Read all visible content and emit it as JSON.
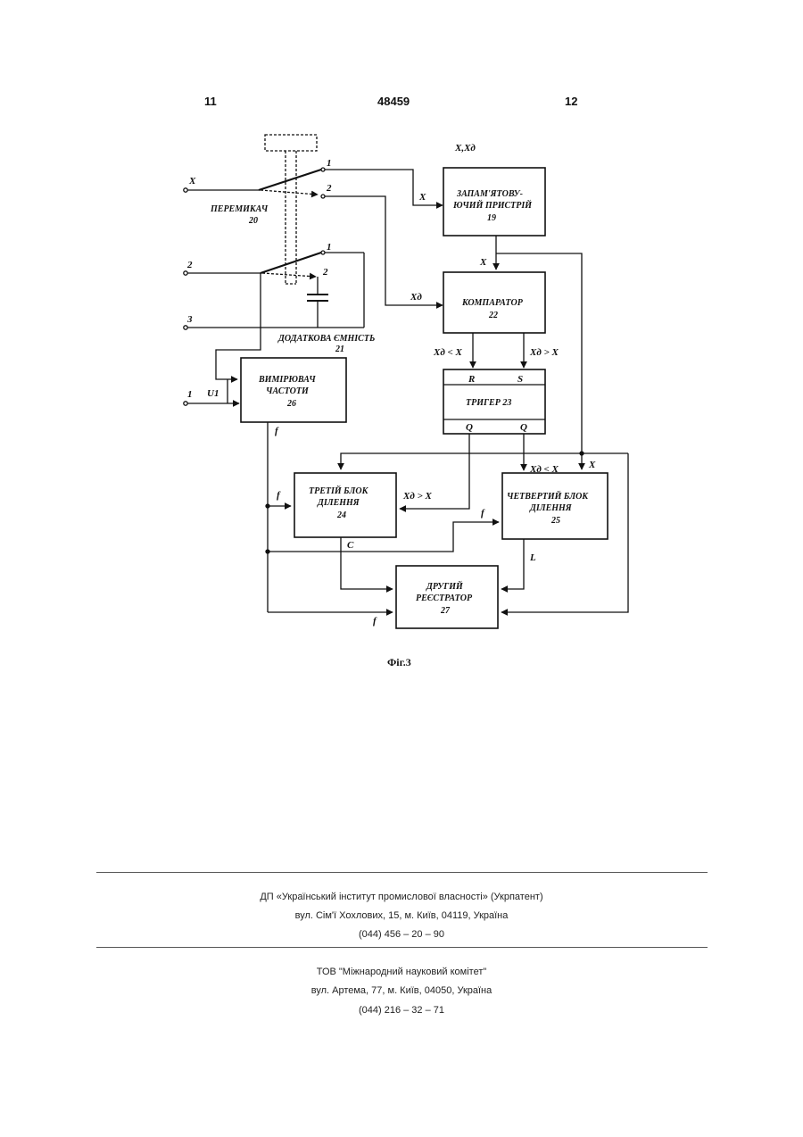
{
  "header": {
    "left": "11",
    "center": "48459",
    "right": "12"
  },
  "figure": {
    "top_label": "X,Xд",
    "input_x": "X",
    "input_2": "2",
    "input_3": "3",
    "input_1": "1",
    "u1": "U1",
    "switch_name": "ПЕРЕМИКАЧ",
    "switch_num": "20",
    "sw_pos1": "1",
    "sw_pos2": "2",
    "sw_pos1b": "1",
    "sw_pos2b": "2",
    "extra_cap_name": "ДОДАТКОВА ЄМНІСТЬ",
    "extra_cap_num": "21",
    "mem_line1": "ЗАПАМ'ЯТОВУ-",
    "mem_line2": "ЮЧИЙ ПРИСТРІЙ",
    "mem_num": "19",
    "mem_in_x": "X",
    "mem_out_x": "X",
    "comp_name": "КОМПАРАТОР",
    "comp_num": "22",
    "comp_in_xd": "Xд",
    "comp_out_left": "Xд < X",
    "comp_out_right": "Xд > X",
    "trig_r": "R",
    "trig_s": "S",
    "trig_name": "ТРИГЕР 23",
    "trig_q1": "Q",
    "trig_q2": "Q",
    "freq_line1": "ВИМІРЮВАЧ",
    "freq_line2": "ЧАСТОТИ",
    "freq_num": "26",
    "f_label_a": "f",
    "f_label_b": "f",
    "f_label_c": "f",
    "f_label_d": "f",
    "div3_line1": "ТРЕТІЙ БЛОК",
    "div3_line2": "ДІЛЕННЯ",
    "div3_num": "24",
    "div3_in": "Xд > X",
    "div3_out_c": "C",
    "div4_line1": "ЧЕТВЕРТИЙ БЛОК",
    "div4_line2": "ДІЛЕННЯ",
    "div4_num": "25",
    "div4_in": "Xд < X",
    "div4_in_x": "X",
    "div4_out_l": "L",
    "reg_line1": "ДРУГИЙ",
    "reg_line2": "РЕЄСТРАТОР",
    "reg_num": "27",
    "caption": "Фіг.3"
  },
  "footer": {
    "org1_name": "ДП «Український інститут промислової власності» (Укрпатент)",
    "org1_address": "вул. Сім'ї Хохлових, 15, м. Київ, 04119, Україна",
    "org1_phone": "(044) 456 – 20 – 90",
    "org2_name": "ТОВ \"Міжнародний науковий комітет\"",
    "org2_address": "вул. Артема, 77, м. Київ, 04050, Україна",
    "org2_phone": "(044) 216 – 32 – 71"
  }
}
